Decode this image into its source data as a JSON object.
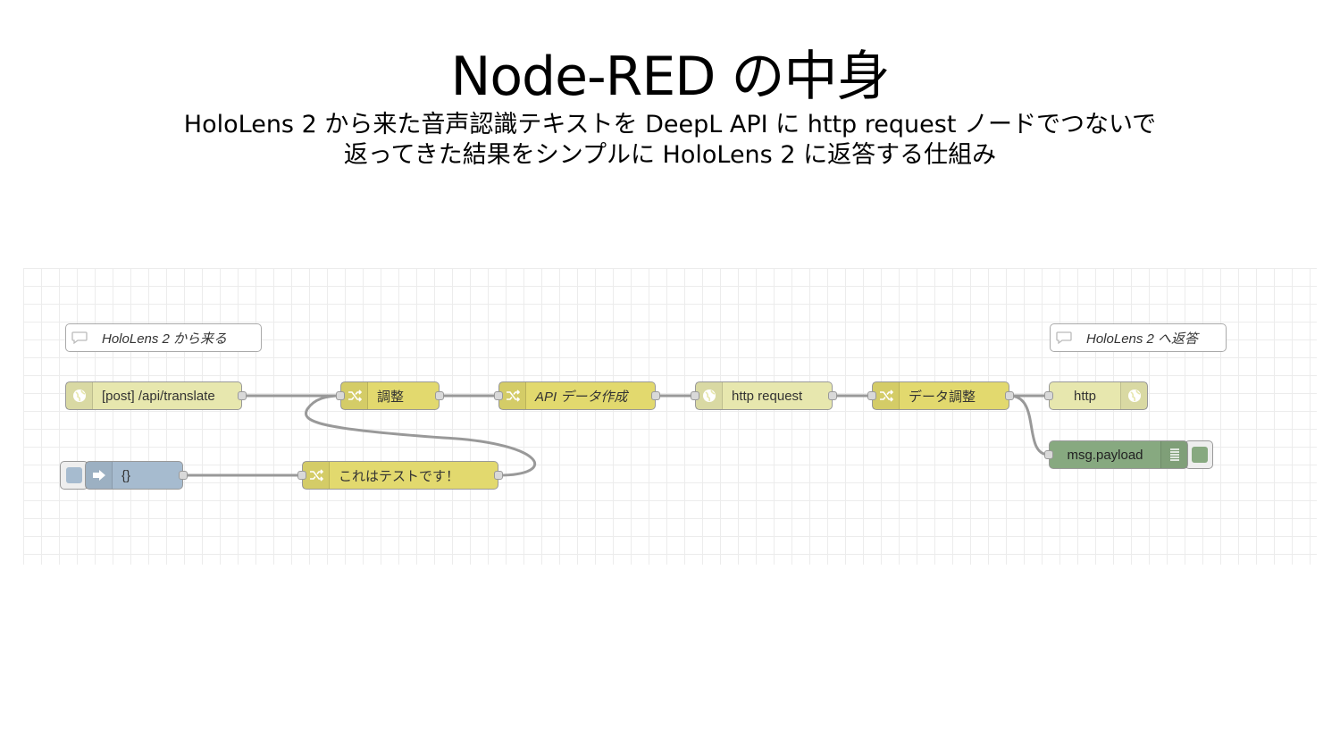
{
  "slide": {
    "title": "Node-RED の中身",
    "subtitle_line1": "HoloLens 2 から来た音声認識テキストを DeepL API に http request ノードでつないで",
    "subtitle_line2": "返ってきた結果をシンプルに HoloLens 2 に返答する仕組み"
  },
  "flow": {
    "comment_in": "HoloLens 2 から来る",
    "comment_out": "HoloLens 2 へ返答",
    "http_in": "[post] /api/translate",
    "change_adjust": "調整",
    "change_api": "API データ作成",
    "http_request": "http request",
    "change_data": "データ調整",
    "http_response": "http",
    "inject": "{}",
    "change_test": "これはテストです！",
    "debug": "msg.payload"
  },
  "icons": {
    "http": "globe-icon",
    "change": "shuffle-icon",
    "inject": "arrow-right-icon",
    "debug": "list-icon",
    "comment": "speech-bubble-icon"
  },
  "colors": {
    "change": "#e2d96e",
    "http": "#e7e7ae",
    "inject": "#a6bbcf",
    "debug": "#87a980",
    "wire": "#999999"
  }
}
